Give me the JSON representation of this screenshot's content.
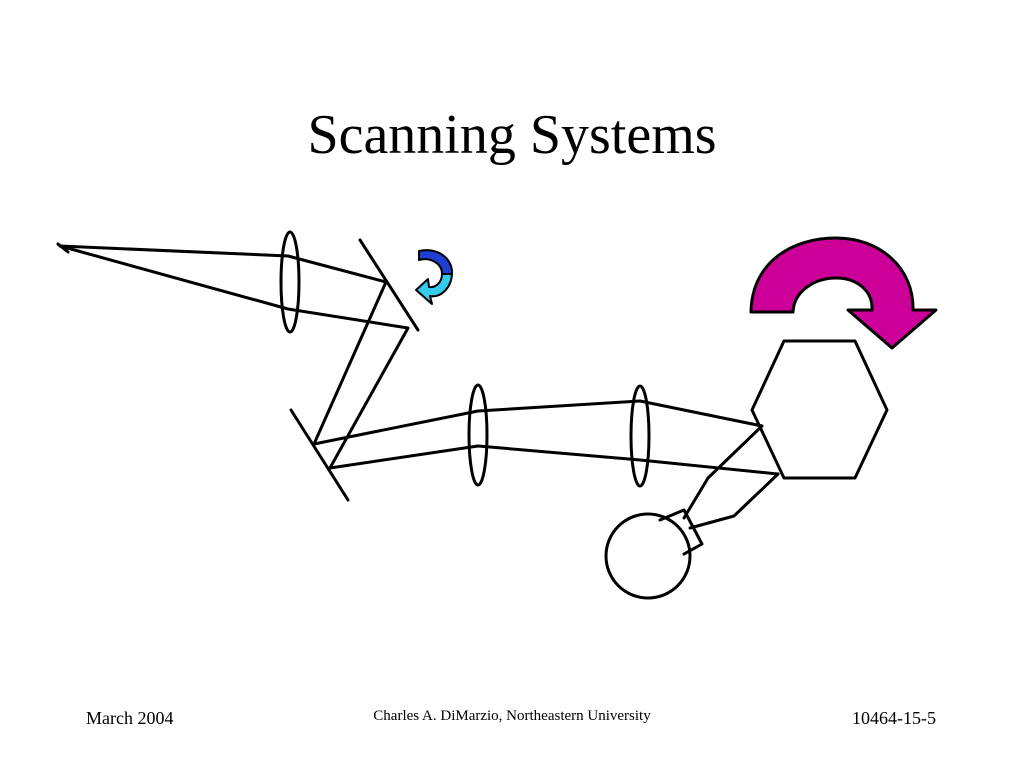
{
  "slide": {
    "title": "Scanning Systems"
  },
  "footer": {
    "date": "March 2004",
    "author": "Charles A. DiMarzio, Northeastern University",
    "slide_number": "10464-15-5"
  },
  "colors": {
    "background": "#ffffff",
    "line": "#000000",
    "small_arrow_dark": "#1f3fd1",
    "small_arrow_light": "#33ccee",
    "large_arrow": "#cc0099"
  },
  "icons": {
    "small_arrow": "rotation-arrow-icon",
    "large_arrow": "rotation-arrow-icon"
  }
}
